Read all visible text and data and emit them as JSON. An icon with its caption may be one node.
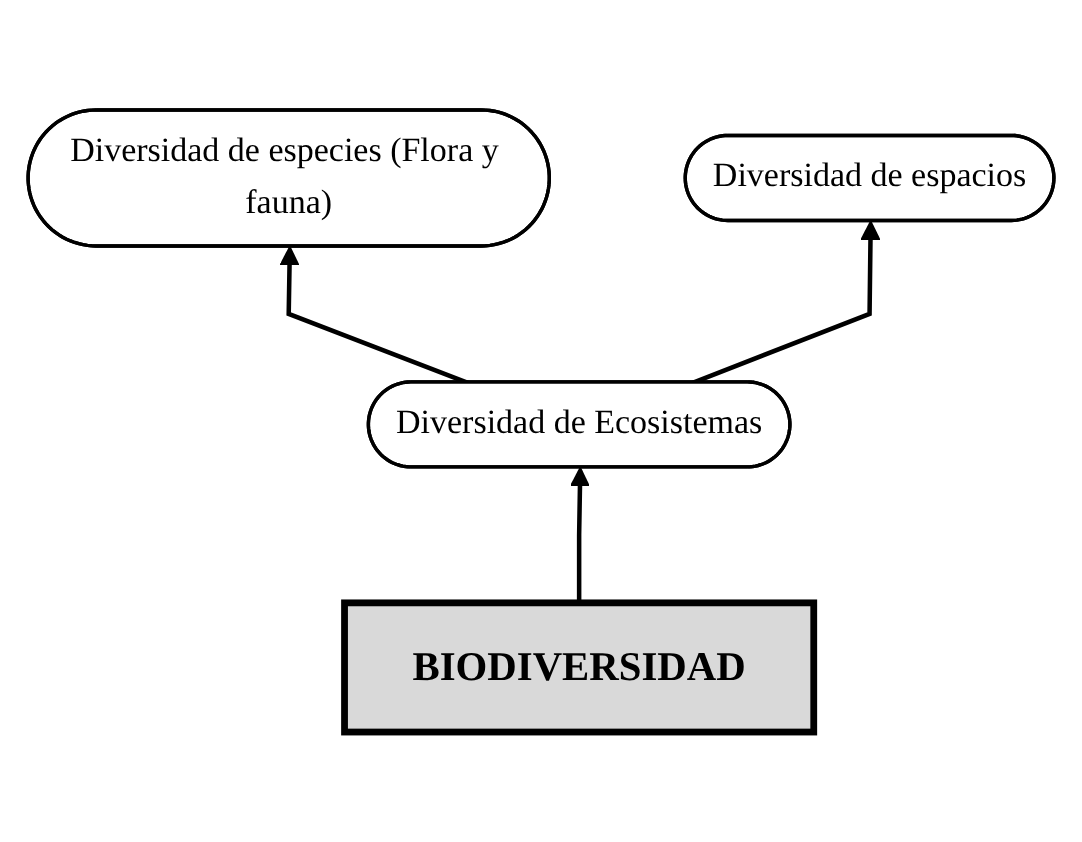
{
  "diagram": {
    "nodes": [
      {
        "text": [
          "Diversidad de especies (Flora y fauna)"
        ]
      },
      {
        "text": [
          "Diversidad de espacios"
        ]
      },
      {
        "text": [
          "Diversidad de Ecosistemas"
        ]
      },
      {
        "text": [
          "BIODIVERSIDAD"
        ]
      }
    ],
    "edges": [
      {
        "from": 3,
        "to": 2,
        "arrow": "to"
      },
      {
        "from": 2,
        "to": 0,
        "arrow": "to"
      },
      {
        "from": 2,
        "to": 1,
        "arrow": "to"
      }
    ]
  }
}
